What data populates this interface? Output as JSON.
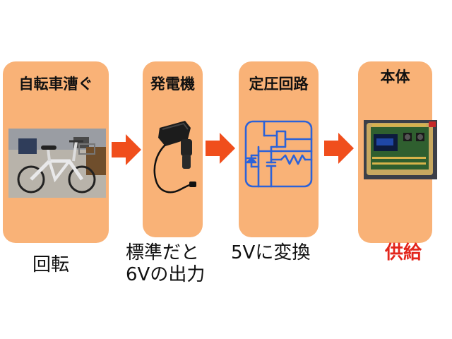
{
  "steps": [
    {
      "title": "自転車漕ぐ",
      "caption_lines": [
        "回転"
      ],
      "image": "bicycle-photo"
    },
    {
      "title": "発電機",
      "caption_lines": [
        "標準だと",
        "6Vの出力"
      ],
      "image": "generator-photo"
    },
    {
      "title": "定圧回路",
      "caption_lines": [
        "5Vに変換"
      ],
      "image": "voltage-regulator-circuit-icon"
    },
    {
      "title": "本体",
      "caption_lines": [
        "供給"
      ],
      "image": "circuit-board-photo"
    }
  ],
  "colors": {
    "card": "#f9b277",
    "arrow": "#f04e1c",
    "circuit": "#2b62d9",
    "highlight_caption": "#e3261c",
    "text": "#111111"
  },
  "icons": [
    "arrow-right-icon",
    "arrow-right-icon",
    "arrow-right-icon"
  ]
}
